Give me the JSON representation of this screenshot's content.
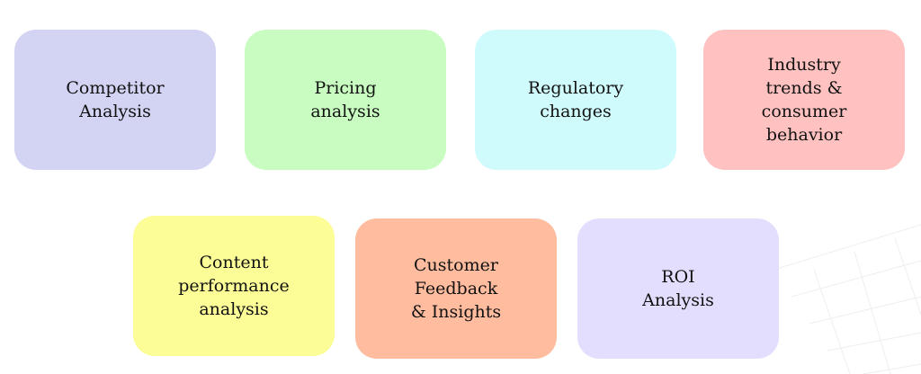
{
  "cards": [
    {
      "label": "Competitor\nAnalysis",
      "color": "#d3d3f3"
    },
    {
      "label": "Pricing\nanalysis",
      "color": "#c8fcc0"
    },
    {
      "label": "Regulatory\nchanges",
      "color": "#d0fbfd"
    },
    {
      "label": "Industry\ntrends &\nconsumer\nbehavior",
      "color": "#ffc2c0"
    },
    {
      "label": "Content\nperformance\nanalysis",
      "color": "#fcfd96"
    },
    {
      "label": "Customer\nFeedback\n& Insights",
      "color": "#ffbc9f"
    },
    {
      "label": "ROI\nAnalysis",
      "color": "#e3defd"
    }
  ]
}
